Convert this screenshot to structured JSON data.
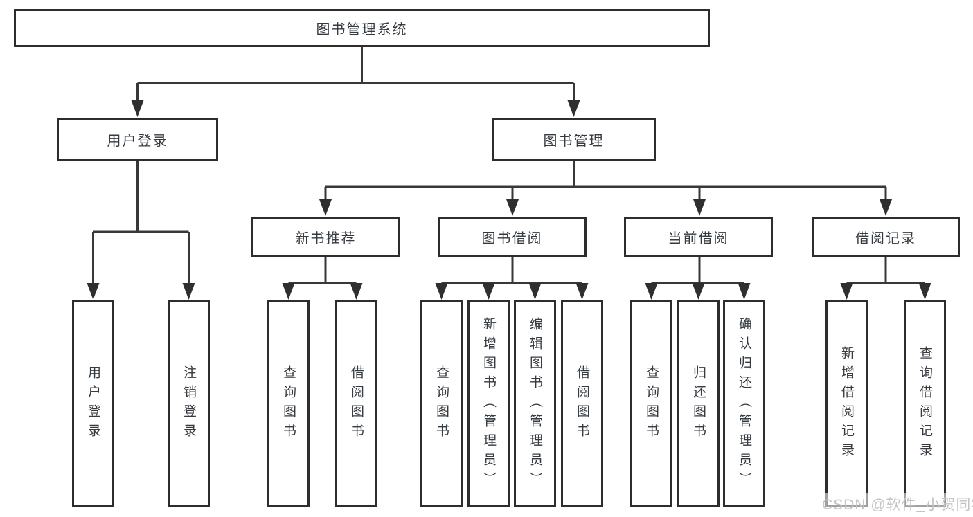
{
  "diagram": {
    "root": {
      "label": "图书管理系统"
    },
    "level2": [
      {
        "label": "用户登录"
      },
      {
        "label": "图书管理"
      }
    ],
    "level3": [
      {
        "label": "新书推荐"
      },
      {
        "label": "图书借阅"
      },
      {
        "label": "当前借阅"
      },
      {
        "label": "借阅记录"
      }
    ],
    "leaves": {
      "user_login": [
        {
          "label": "用户登录"
        },
        {
          "label": "注销登录"
        }
      ],
      "new_book_rec": [
        {
          "label": "查询图书"
        },
        {
          "label": "借阅图书"
        }
      ],
      "book_borrow": [
        {
          "label": "查询图书"
        },
        {
          "label": "新增图书（管理员）"
        },
        {
          "label": "编辑图书（管理员）"
        },
        {
          "label": "借阅图书"
        }
      ],
      "current_borrow": [
        {
          "label": "查询图书"
        },
        {
          "label": "归还图书"
        },
        {
          "label": "确认归还（管理员）"
        }
      ],
      "borrow_records": [
        {
          "label": "新增借阅记录"
        },
        {
          "label": "查询借阅记录"
        }
      ]
    }
  },
  "watermark": {
    "text": "CSDN @软件_小贺同学"
  },
  "colors": {
    "line": "#383838",
    "box_border": "#2d2d2d",
    "text": "#363b42",
    "watermark": "#c4c4c4",
    "background": "#ffffff"
  }
}
